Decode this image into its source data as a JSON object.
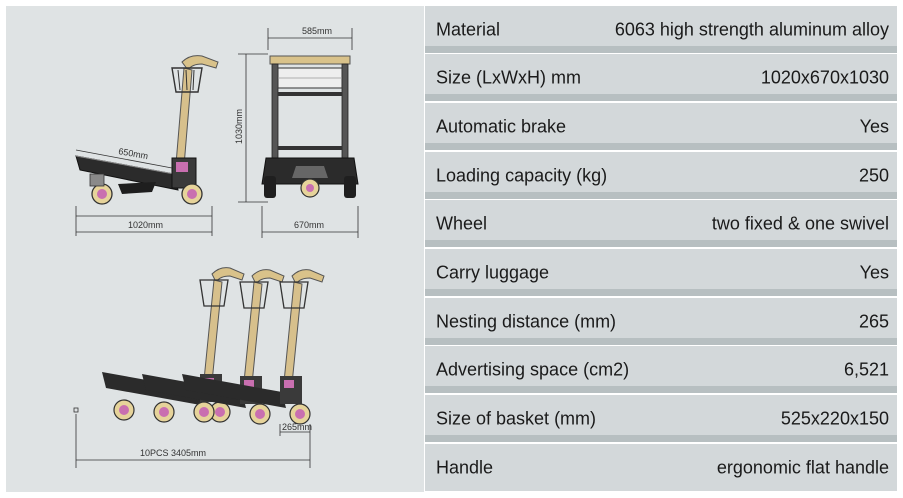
{
  "drawing": {
    "dim_top_width": "585mm",
    "dim_height": "1030mm",
    "dim_platform": "650mm",
    "dim_length": "1020mm",
    "dim_side_width": "670mm",
    "dim_nesting": "265mm",
    "dim_nested_total": "10PCS 3405mm"
  },
  "specs": [
    {
      "label": "Material",
      "value": "6063 high strength aluminum alloy"
    },
    {
      "label": "Size (LxWxH) mm",
      "value": "1020x670x1030"
    },
    {
      "label": "Automatic brake",
      "value": "Yes"
    },
    {
      "label": "Loading capacity (kg)",
      "value": "250"
    },
    {
      "label": "Wheel",
      "value": "two fixed & one swivel"
    },
    {
      "label": "Carry luggage",
      "value": "Yes"
    },
    {
      "label": "Nesting distance (mm)",
      "value": "265"
    },
    {
      "label": "Advertising space (cm2)",
      "value": "6,521"
    },
    {
      "label": "Size of basket (mm)",
      "value": "525x220x150"
    },
    {
      "label": "Handle",
      "value": "ergonomic flat handle"
    }
  ]
}
